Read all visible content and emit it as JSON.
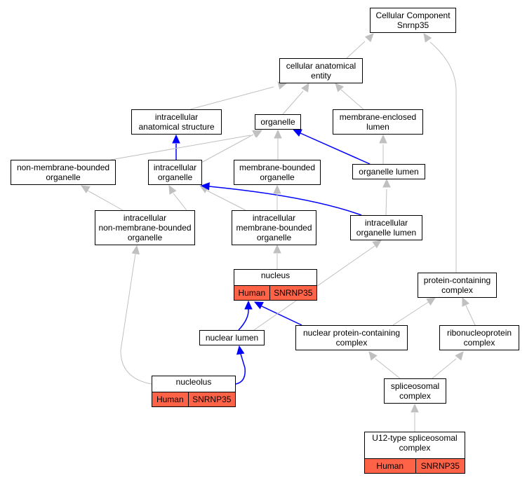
{
  "colors": {
    "is_a_edge": "#c0c0c0",
    "part_of_edge": "#0000ff",
    "annotation_fill": "#ff6347",
    "node_border": "#000000"
  },
  "nodes": {
    "cc_root": {
      "lines": [
        "Cellular Component",
        "Snrnp35"
      ]
    },
    "cae": {
      "lines": [
        "cellular anatomical",
        "entity"
      ]
    },
    "ias": {
      "lines": [
        "intracellular",
        "anatomical structure"
      ]
    },
    "organelle": {
      "lines": [
        "organelle"
      ]
    },
    "mel": {
      "lines": [
        "membrane-enclosed",
        "lumen"
      ]
    },
    "nmbo": {
      "lines": [
        "non-membrane-bounded",
        "organelle"
      ]
    },
    "io": {
      "lines": [
        "intracellular",
        "organelle"
      ]
    },
    "mbo": {
      "lines": [
        "membrane-bounded",
        "organelle"
      ]
    },
    "ol": {
      "lines": [
        "organelle lumen"
      ]
    },
    "inmbo": {
      "lines": [
        "intracellular",
        "non-membrane-bounded",
        "organelle"
      ]
    },
    "imbo": {
      "lines": [
        "intracellular",
        "membrane-bounded",
        "organelle"
      ]
    },
    "iol": {
      "lines": [
        "intracellular",
        "organelle lumen"
      ]
    },
    "nucleus": {
      "lines": [
        "nucleus"
      ],
      "annotation": [
        "Human",
        "SNRNP35"
      ]
    },
    "pcc": {
      "lines": [
        "protein-containing",
        "complex"
      ]
    },
    "nl": {
      "lines": [
        "nuclear lumen"
      ]
    },
    "npcc": {
      "lines": [
        "nuclear protein-containing",
        "complex"
      ]
    },
    "rnp": {
      "lines": [
        "ribonucleoprotein",
        "complex"
      ]
    },
    "nucleolus": {
      "lines": [
        "nucleolus"
      ],
      "annotation": [
        "Human",
        "SNRNP35"
      ]
    },
    "spl": {
      "lines": [
        "spliceosomal",
        "complex"
      ]
    },
    "u12": {
      "lines": [
        "U12-type spliceosomal",
        "complex"
      ],
      "annotation": [
        "Human",
        "SNRNP35"
      ]
    }
  }
}
